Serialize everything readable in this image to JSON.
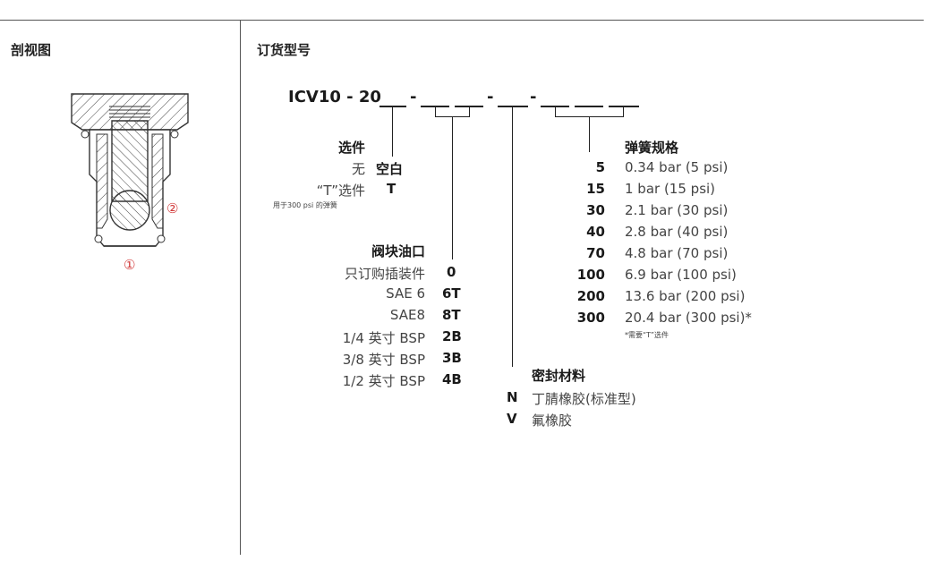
{
  "left": {
    "heading": "剖视图",
    "callout_1": "①",
    "callout_2": "②"
  },
  "right": {
    "heading": "订货型号",
    "model_prefix": "ICV10 - 20",
    "dash": "-",
    "options": {
      "title": "选件",
      "rows": [
        {
          "label": "无",
          "code": "空白"
        },
        {
          "label": "“T”选件",
          "code": "T"
        }
      ],
      "note": "用于300 psi 的弹簧"
    },
    "port": {
      "title": "阀块油口",
      "rows": [
        {
          "label": "只订购插装件",
          "code": "0"
        },
        {
          "label": "SAE 6",
          "code": "6T"
        },
        {
          "label": "SAE8",
          "code": "8T"
        },
        {
          "label": "1/4 英寸 BSP",
          "code": "2B"
        },
        {
          "label": "3/8 英寸 BSP",
          "code": "3B"
        },
        {
          "label": "1/2 英寸 BSP",
          "code": "4B"
        }
      ]
    },
    "seal": {
      "title": "密封材料",
      "rows": [
        {
          "code": "N",
          "label": "丁腈橡胶(标准型)"
        },
        {
          "code": "V",
          "label": "氟橡胶"
        }
      ]
    },
    "spring": {
      "title": "弹簧规格",
      "rows": [
        {
          "code": "5",
          "value": "0.34 bar (5 psi)"
        },
        {
          "code": "15",
          "value": "1 bar (15 psi)"
        },
        {
          "code": "30",
          "value": "2.1 bar (30 psi)"
        },
        {
          "code": "40",
          "value": "2.8 bar (40 psi)"
        },
        {
          "code": "70",
          "value": "4.8 bar (70 psi)"
        },
        {
          "code": "100",
          "value": "6.9 bar (100 psi)"
        },
        {
          "code": "200",
          "value": "13.6 bar (200 psi)"
        },
        {
          "code": "300",
          "value": "20.4 bar (300 psi)*"
        }
      ],
      "note": "*需要“T”选件"
    }
  },
  "colors": {
    "callout": "#d23a3a",
    "text": "#3a3a3a",
    "line": "#222222"
  }
}
